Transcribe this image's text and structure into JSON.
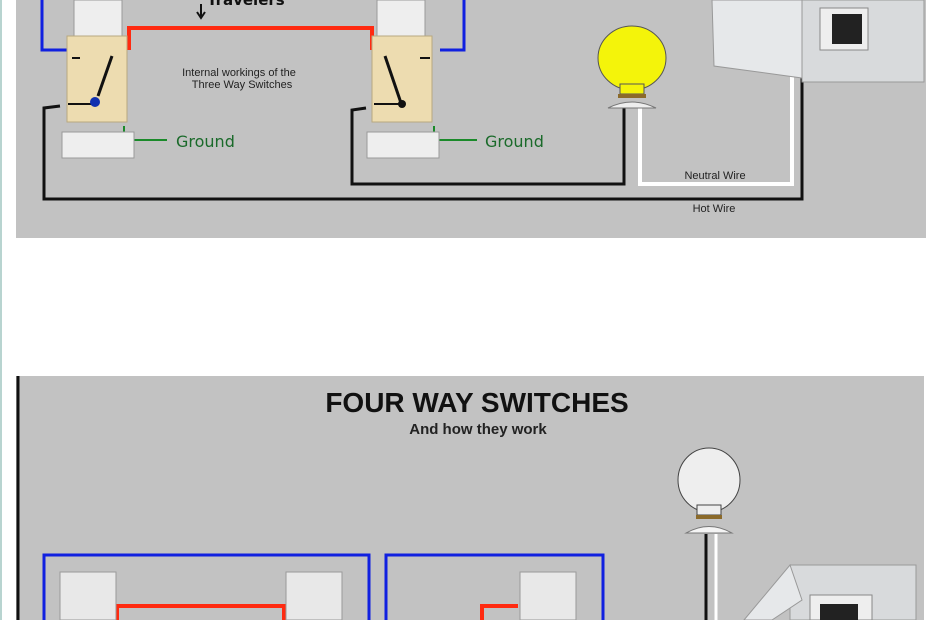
{
  "three_way": {
    "travelers_label": "Travelers",
    "internal_line1": "Internal workings of  the",
    "internal_line2": "Three Way Switches",
    "ground_left": "Ground",
    "ground_right": "Ground",
    "neutral_label": "Neutral Wire",
    "hot_label": "Hot Wire"
  },
  "four_way": {
    "title": "FOUR WAY SWITCHES",
    "subtitle": "And how they work"
  },
  "colors": {
    "panel": "#c2c2c2",
    "traveler_red": "#ff2a10",
    "blue_wire": "#1020e0",
    "ground_green": "#1a8a2a",
    "bulb_yellow": "#f4f40a"
  }
}
